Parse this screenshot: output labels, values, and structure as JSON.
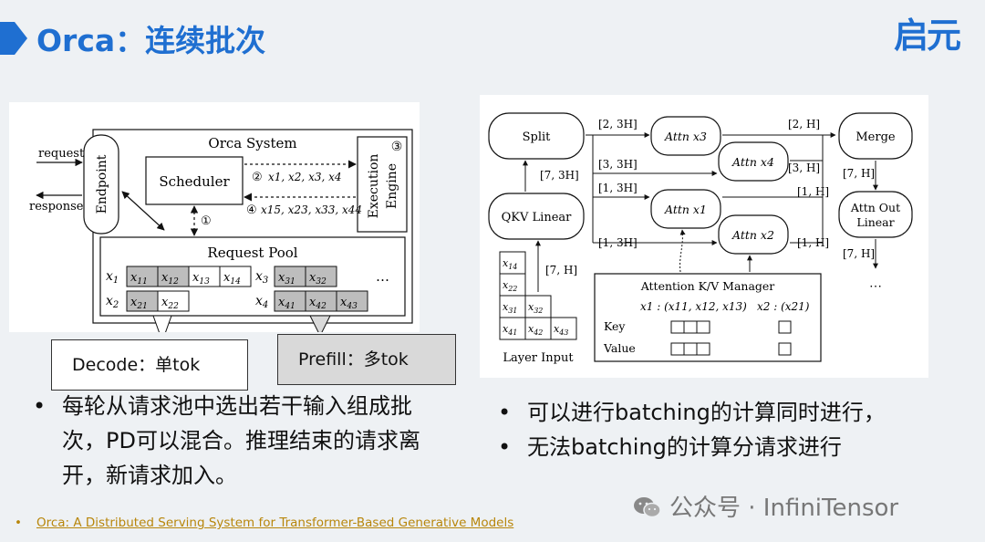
{
  "slide": {
    "title": "Orca：连续批次",
    "logo": "启元"
  },
  "left_diagram": {
    "system_title": "Orca System",
    "endpoint": "Endpoint",
    "scheduler": "Scheduler",
    "engine_line1": "Execution",
    "engine_line2": "Engine",
    "request": "request",
    "response": "response",
    "step1": "①",
    "step2": "②",
    "step3": "③",
    "step4": "④",
    "batch_out": "x1, x2, x3, x4",
    "batch_in": "x15, x23, x33, x44",
    "pool_title": "Request Pool",
    "ellipsis": "…"
  },
  "right_diagram": {
    "split": "Split",
    "qkv": "QKV Linear",
    "merge": "Merge",
    "attn_out_1": "Attn Out",
    "attn_out_2": "Linear",
    "attn3": "Attn x3",
    "attn4": "Attn x4",
    "attn1": "Attn x1",
    "attn2": "Attn x2",
    "shape_split_in": "[7, 3H]",
    "shape_qkv_in": "[7, H]",
    "shape_a3_in": "[2, 3H]",
    "shape_a4_in": "[3, 3H]",
    "shape_a1_in": "[1, 3H]",
    "shape_a2_in": "[1, 3H]",
    "shape_a3_out": "[2, H]",
    "shape_a4_out": "[3, H]",
    "shape_a1_out": "[1, H]",
    "shape_a2_out": "[1, H]",
    "shape_merge_out": "[7, H]",
    "shape_final": "[7, H]",
    "ellipsis": "⋯",
    "kv_title": "Attention K/V Manager",
    "kv_x1": "x1 : (x11, x12, x13)",
    "kv_x2": "x2 : (x21)",
    "kv_key": "Key",
    "kv_value": "Value",
    "layer_input": "Layer Input"
  },
  "callouts": {
    "decode": "Decode：单tok",
    "prefill": "Prefill：多tok"
  },
  "bullets_left": [
    "每轮从请求池中选出若干输入组成批次，PD可以混合。推理结束的请求离开，新请求加入。"
  ],
  "bullets_right": [
    "可以进行batching的计算同时进行，",
    "无法batching的计算分请求进行"
  ],
  "reference": {
    "bullet": "•",
    "text": "Orca: A Distributed Serving System for Transformer-Based Generative Models"
  },
  "watermark": {
    "text": "公众号 · InfiniTensor"
  },
  "colors": {
    "accent": "#1f6fd1",
    "link": "#b8860b",
    "background": "#eef1f4"
  }
}
